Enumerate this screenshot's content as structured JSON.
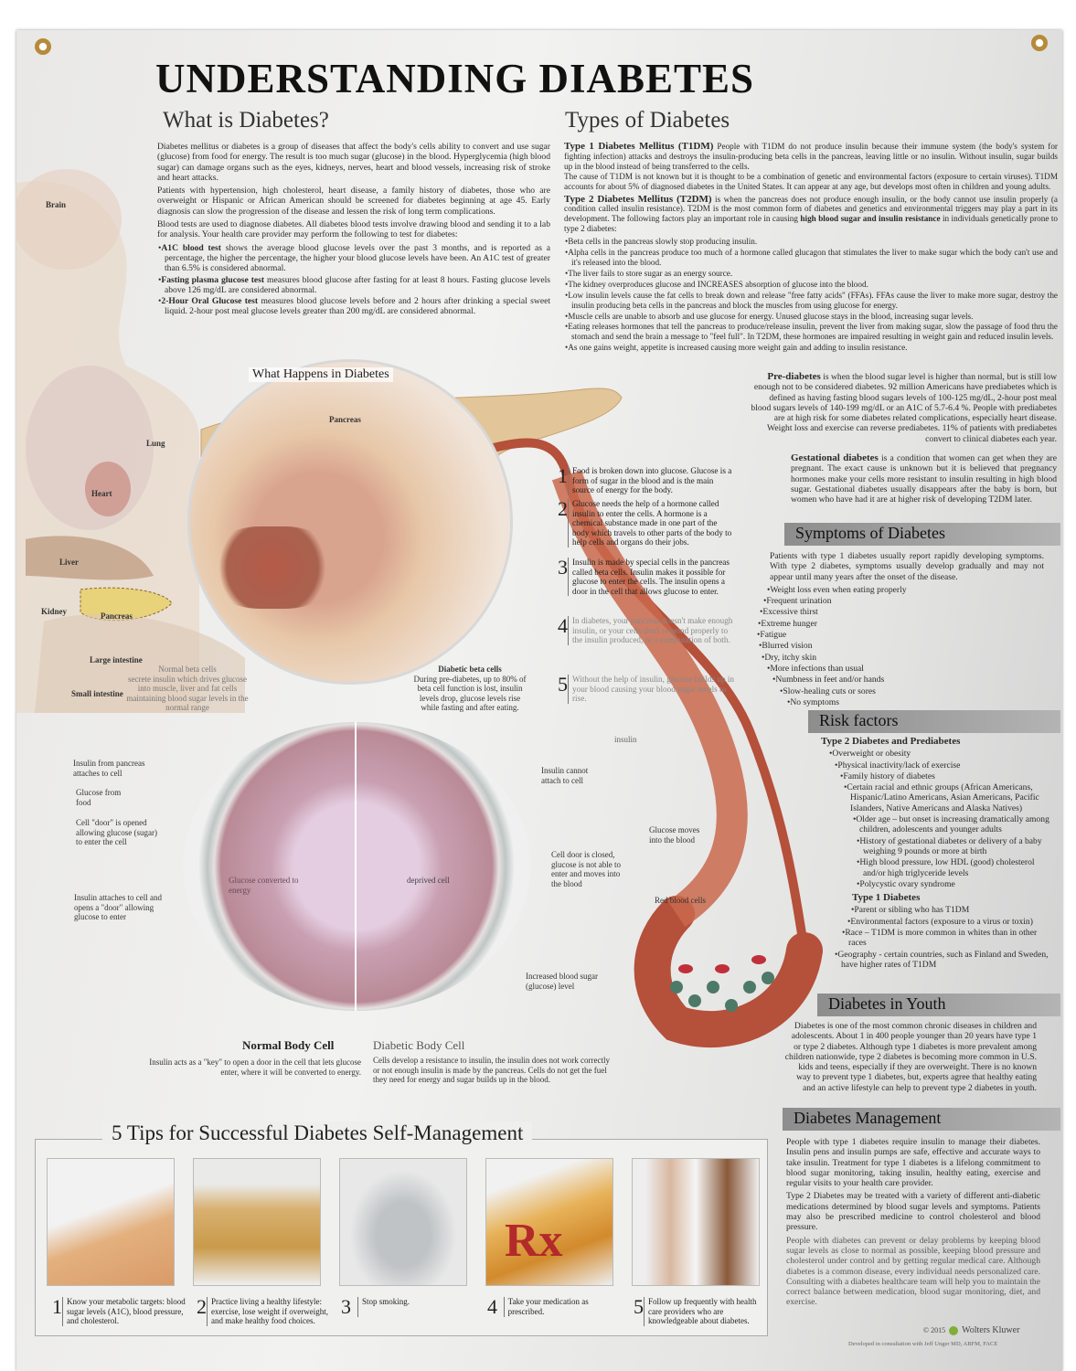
{
  "title": "UNDERSTANDING DIABETES",
  "what": {
    "heading": "What is Diabetes?",
    "p1": "Diabetes mellitus or diabetes is a group of diseases that affect the body's cells ability to convert and use sugar (glucose) from food for energy. The result is too much sugar (glucose) in the blood. Hyperglycemia (high blood sugar) can damage organs such as the eyes, kidneys, nerves, heart and blood vessels, increasing risk of stroke and heart attacks.",
    "p2": "Patients with hypertension, high cholesterol, heart disease, a family history of diabetes, those who are overweight or Hispanic or African American should be screened for diabetes beginning at age 45. Early diagnosis can slow the progression of the disease and lessen the risk of long term complications.",
    "p3": "Blood tests are used to diagnose diabetes. All diabetes blood tests involve drawing blood and sending it to a lab for analysis. Your health care provider may perform the following to test for diabetes:",
    "tests": [
      {
        "name": "A1C blood test",
        "text": " shows the average blood glucose levels over the past 3 months, and is reported as a percentage, the higher the percentage, the higher your blood glucose levels have been. An A1C test of greater than 6.5% is considered abnormal."
      },
      {
        "name": "Fasting plasma glucose test",
        "text": " measures blood glucose after fasting for at least 8 hours. Fasting glucose levels above 126 mg/dL are considered abnormal."
      },
      {
        "name": "2-Hour Oral Glucose test",
        "text": " measures blood glucose levels before and 2 hours after drinking a special sweet liquid. 2-hour post meal glucose levels greater than 200 mg/dL are considered abnormal."
      }
    ]
  },
  "types": {
    "heading": "Types of Diabetes",
    "t1_name": "Type 1 Diabetes Mellitus (T1DM)",
    "t1_text": " People with T1DM do not produce insulin because their immune system (the body's system for fighting infection) attacks and destroys the insulin-producing beta cells in the pancreas, leaving little or no insulin. Without insulin, sugar builds up in the blood instead of being transferred to the cells.",
    "t1_p2": "The cause of T1DM is not known but it is thought to be a combination of genetic and environmental factors (exposure to certain viruses). T1DM accounts for about 5% of diagnosed diabetes in the United States. It can appear at any age, but develops most often in children and young adults.",
    "t2_name": "Type 2 Diabetes Mellitus (T2DM)",
    "t2_text": " is when the pancreas does not produce enough insulin, or the body cannot use insulin properly (a condition called insulin resistance). T2DM is the most common form of diabetes and genetics and environmental triggers may play a part in its development. The following factors play an important role in causing ",
    "t2_bold": "high blood sugar and insulin resistance",
    "t2_end": " in individuals genetically prone to type 2 diabetes:",
    "t2_items": [
      "Beta cells in the pancreas slowly stop producing insulin.",
      "Alpha cells in the pancreas produce too much of a hormone called glucagon that stimulates the liver to make sugar which the body can't use and it's released into the blood.",
      "The liver fails to store sugar as an energy source.",
      "The kidney overproduces glucose and INCREASES absorption of glucose into the blood.",
      "Low insulin levels cause the fat cells to break down and release \"free fatty acids\" (FFAs). FFAs cause the liver to make more sugar, destroy the insulin producing beta cells in the pancreas and block the muscles from using glucose for energy.",
      "Muscle cells are unable to absorb and use glucose for energy. Unused glucose stays in the blood, increasing sugar levels.",
      "Eating releases hormones that tell the pancreas to produce/release insulin, prevent the liver from making sugar, slow the passage of food thru the stomach and send the brain a message to \"feel full\". In T2DM, these hormones are impaired resulting in weight gain and reduced insulin levels.",
      "As one gains weight, appetite is increased causing more weight gain and adding to insulin resistance."
    ],
    "pre_name": "Pre-diabetes",
    "pre_text": " is when the blood sugar level is higher than normal, but is still low enough not to be considered diabetes. 92 million Americans have prediabetes which is defined as having fasting blood sugars levels of 100-125 mg/dL, 2-hour post meal blood sugars levels of 140-199 mg/dL or an A1C of 5.7-6.4 %. People with prediabetes are at high risk for some diabetes related complications, especially heart disease. Weight loss and exercise can reverse prediabetes. 11% of patients with prediabetes convert to clinical diabetes each year.",
    "gest_name": "Gestational diabetes",
    "gest_text": " is a condition that women can get when they are pregnant. The exact cause is unknown but it is believed that pregnancy hormones make your cells more resistant to insulin resulting in high blood sugar. Gestational diabetes usually disappears after the baby is born, but women who have had it are at higher risk of developing T2DM later."
  },
  "happens": {
    "heading": "What Happens in Diabetes",
    "pancreas_label": "Pancreas",
    "steps": [
      {
        "n": "1",
        "text": "Food is broken down into glucose. Glucose is a form of sugar in the blood and is the main source of energy for the body."
      },
      {
        "n": "2",
        "text": "Glucose needs the help of a hormone called insulin to enter the cells. A hormone is a chemical substance made in one part of the body which travels to other parts of the body to help cells and organs do their jobs."
      },
      {
        "n": "3",
        "text": "Insulin is made by special cells in the pancreas called beta cells. Insulin makes it possible for glucose to enter the cells. The insulin opens a door in the cell that allows glucose to enter."
      },
      {
        "n": "4",
        "text": "In diabetes, your pancreas doesn't make enough insulin, or your cells don't respond properly to the insulin produced, or a combination of both."
      },
      {
        "n": "5",
        "text": "Without the help of insulin, glucose builds up in your blood causing your blood sugar levels to rise."
      }
    ],
    "normal_beta_title": "Normal beta cells",
    "normal_beta_text": "secrete insulin which drives glucose into muscle, liver and fat cells maintaining blood sugar levels in the normal range",
    "diabetic_beta_title": "Diabetic beta cells",
    "diabetic_beta_text": "During pre-diabetes, up to 80% of beta cell function is lost, insulin levels drop, glucose levels rise while fasting and after eating."
  },
  "body_labels": {
    "brain": "Brain",
    "lung": "Lung",
    "heart": "Heart",
    "liver": "Liver",
    "kidney": "Kidney",
    "pancreas": "Pancreas",
    "large_intestine": "Large intestine",
    "small_intestine": "Small intestine"
  },
  "cell_labels": {
    "insulin_attaches": "Insulin from pancreas attaches to cell",
    "glucose_food": "Glucose from food",
    "door_open": "Cell \"door\" is opened allowing glucose (sugar) to enter the cell",
    "insulin_opens": "Insulin attaches to cell and opens a \"door\" allowing glucose to enter",
    "converted": "Glucose converted to energy",
    "deprived": "deprived cell",
    "insulin": "insulin",
    "cannot_attach": "Insulin cannot attach to cell",
    "door_closed": "Cell door is closed, glucose is not able to enter and moves into the blood",
    "glucose_moves": "Glucose moves into the blood",
    "rbc": "Red blood cells",
    "increased": "Increased blood sugar (glucose) level",
    "normal_title": "Normal Body Cell",
    "normal_text": "Insulin acts as a \"key\" to open a door in the cell that lets glucose enter, where it will be converted to energy.",
    "diabetic_title": "Diabetic Body Cell",
    "diabetic_text": "Cells develop a resistance to insulin, the insulin does not work correctly or not enough insulin is made by the pancreas. Cells do not get the fuel they need for energy and sugar builds up in the blood."
  },
  "symptoms": {
    "heading": "Symptoms of Diabetes",
    "intro": "Patients with type 1 diabetes usually report rapidly developing symptoms. With type 2 diabetes, symptoms usually develop gradually and may not appear until many years after the onset of the disease.",
    "items": [
      "Weight loss even when eating properly",
      "Frequent urination",
      "Excessive thirst",
      "Extreme hunger",
      "Fatigue",
      "Blurred vision",
      "Dry, itchy skin",
      "More infections than usual",
      "Numbness in feet and/or hands",
      "Slow-healing cuts or sores",
      "No symptoms"
    ]
  },
  "risk": {
    "heading": "Risk factors",
    "t2_heading": "Type 2 Diabetes and Prediabetes",
    "t2_items": [
      "Overweight or obesity",
      "Physical inactivity/lack of exercise",
      "Family history of diabetes",
      "Certain racial and ethnic groups (African Americans, Hispanic/Latino Americans, Asian Americans, Pacific Islanders, Native Americans and Alaska Natives)",
      "Older age – but onset is increasing dramatically among children, adolescents and younger adults",
      "History of gestational diabetes or delivery of a baby weighing 9 pounds or more at birth",
      "High blood pressure, low HDL (good) cholesterol and/or high triglyceride levels",
      "Polycystic ovary syndrome"
    ],
    "t1_heading": "Type 1 Diabetes",
    "t1_items": [
      "Parent or sibling who has T1DM",
      "Environmental factors (exposure to a virus or toxin)",
      "Race – T1DM is more common in whites than in other races",
      "Geography - certain countries, such as Finland and Sweden, have higher rates of T1DM"
    ]
  },
  "youth": {
    "heading": "Diabetes in Youth",
    "text": "Diabetes is one of the most common chronic diseases in children and adolescents. About 1 in 400 people younger than 20 years have type 1 or type 2 diabetes. Although type 1 diabetes is more prevalent among children nationwide, type 2 diabetes is becoming more common in U.S. kids and teens, especially if they are overweight. There is no known way to prevent type 1 diabetes, but, experts agree that healthy eating and an active lifestyle can help to prevent type 2 diabetes in youth."
  },
  "management": {
    "heading": "Diabetes Management",
    "p1": "People with type 1 diabetes require insulin to manage their diabetes. Insulin pens and insulin pumps are safe, effective and accurate ways to take insulin. Treatment for type 1 diabetes is a lifelong commitment to blood sugar monitoring, taking insulin, healthy eating, exercise and regular visits to your health care provider.",
    "p2": "Type 2 Diabetes may be treated with a variety of different anti-diabetic medications determined by blood sugar levels and symptoms. Patients may also be prescribed medicine to control cholesterol and blood pressure.",
    "p3": "People with diabetes can prevent or delay problems by keeping blood sugar levels as close to normal as possible, keeping blood pressure and cholesterol under control and by getting regular medical care. Although diabetes is a common disease, every individual needs personalized care. Consulting with a diabetes healthcare team will help you to maintain the correct balance between medication, blood sugar monitoring, diet, and exercise."
  },
  "tips": {
    "heading": "5 Tips for Successful Diabetes Self-Management",
    "items": [
      {
        "n": "1",
        "text": "Know your metabolic targets: blood sugar levels (A1C), blood pressure, and cholesterol."
      },
      {
        "n": "2",
        "text": "Practice living a healthy lifestyle: exercise, lose weight if overweight, and make healthy food choices."
      },
      {
        "n": "3",
        "text": "Stop smoking."
      },
      {
        "n": "4",
        "text": "Take your medication as prescribed."
      },
      {
        "n": "5",
        "text": "Follow up frequently with health care providers who are knowledgeable about diabetes."
      }
    ],
    "rx": "Rx"
  },
  "footer": {
    "copyright": "© 2015",
    "publisher": "Wolters Kluwer",
    "credit": "Developed in consultation with Jeff Unger MD, ABFM, FACE"
  },
  "colors": {
    "band": "#9a9a9a",
    "vessel": "#b5503a",
    "pancreas": "#e2c69a",
    "cell": "#b98a96"
  }
}
